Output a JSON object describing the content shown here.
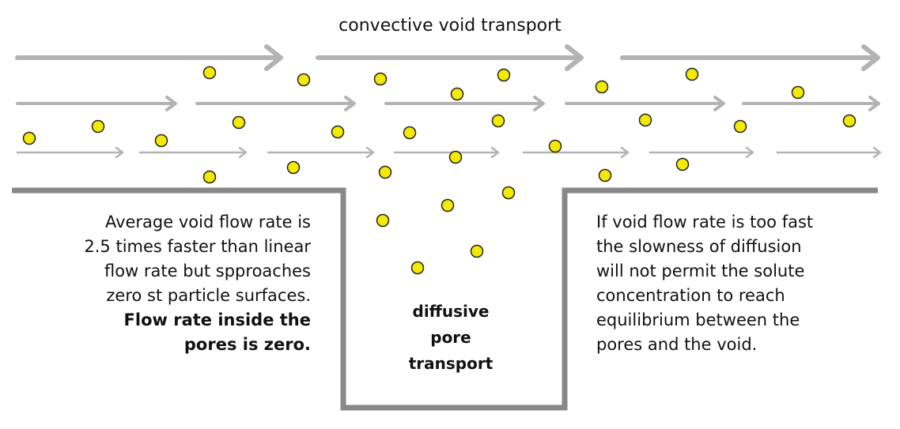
{
  "title": "convective void transport",
  "left_text": {
    "lines": [
      "Average void flow rate is",
      "2.5 times faster than linear",
      "flow rate but spproaches",
      "zero st particle surfaces."
    ],
    "bold_lines": [
      "Flow rate inside the",
      "pores is zero."
    ]
  },
  "center_text": {
    "lines": [
      "diffusive",
      "pore",
      "transport"
    ]
  },
  "right_text": {
    "lines": [
      "If void flow rate is too fast",
      "the slowness of diffusion",
      "will not permit the solute",
      "concentration to reach",
      "equilibrium between the",
      "pores and the void."
    ]
  },
  "colors": {
    "arrow": "#b3b3b3",
    "wall": "#888888",
    "particle_fill": "#f4ea00",
    "particle_stroke": "#222222"
  }
}
